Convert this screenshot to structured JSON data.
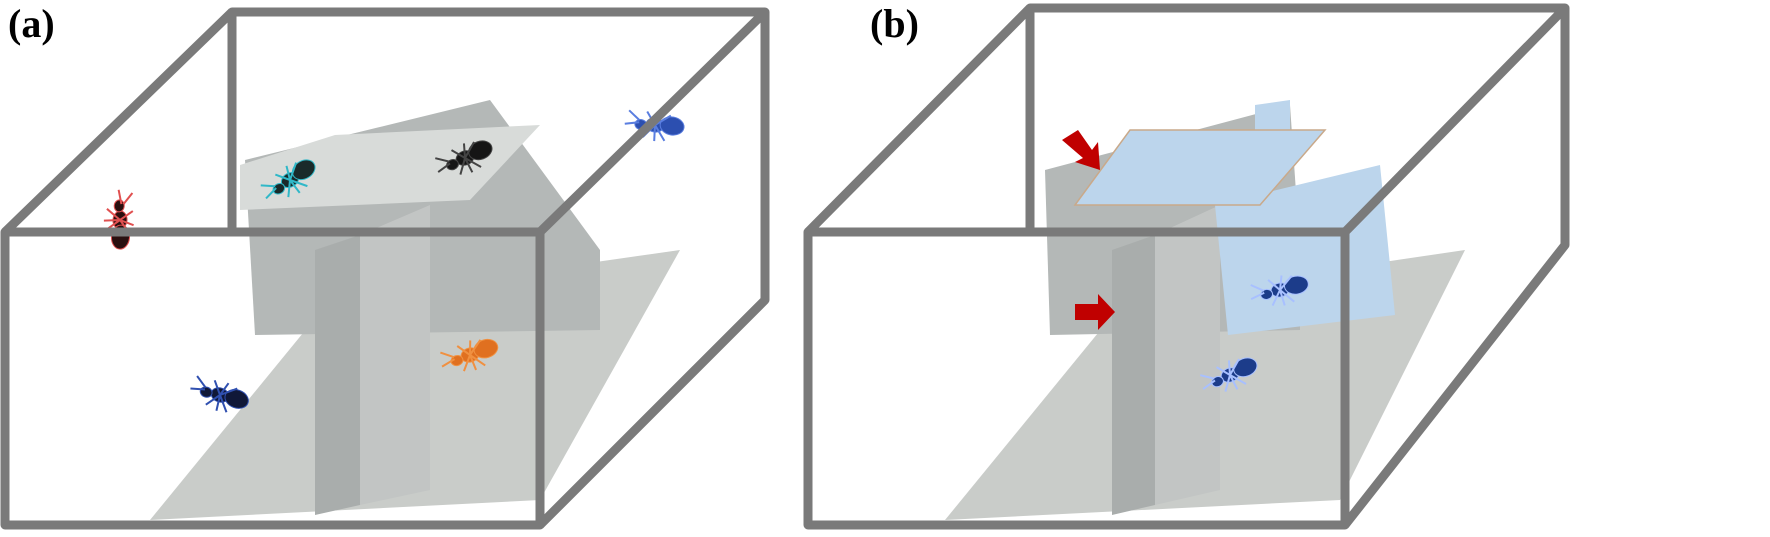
{
  "panels": [
    {
      "label": "(a)",
      "ants": [
        "red",
        "cyan",
        "black",
        "blue",
        "navy",
        "orange"
      ]
    },
    {
      "label": "(b)",
      "ants": [
        "blue",
        "blue"
      ],
      "arrows": [
        "top-arrow",
        "side-arrow"
      ]
    }
  ],
  "colors": {
    "frame": "#7a7a7a",
    "floor": "#c9ccc9",
    "wall": "#b9bcbb",
    "highlight": "#bcd5ec",
    "arrow": "#c00000"
  }
}
